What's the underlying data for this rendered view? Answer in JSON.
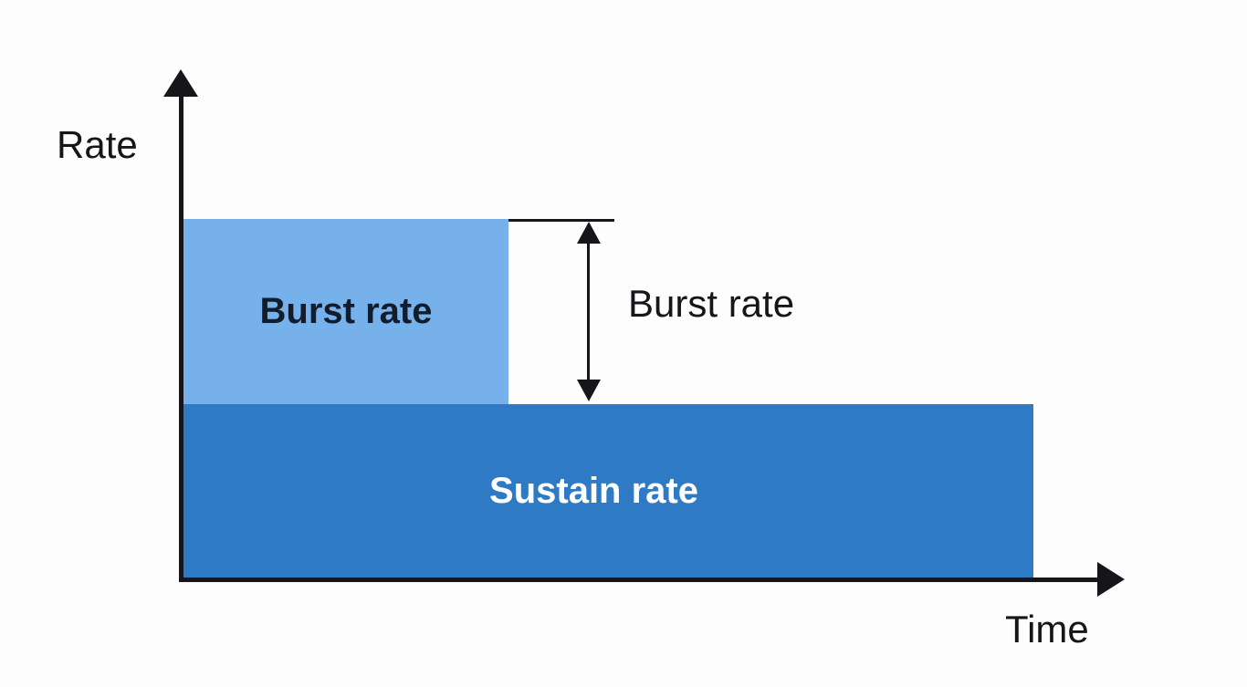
{
  "diagram": {
    "title": "burst-vs-sustain-rate",
    "y_axis_label": "Rate",
    "x_axis_label": "Time",
    "burst_bar_label": "Burst rate",
    "sustain_bar_label": "Sustain rate",
    "annotation_label": "Burst rate",
    "colors": {
      "burst_fill": "#77B1EC",
      "sustain_fill": "#2F7AC5",
      "axis": "#15151A",
      "burst_label_text": "#121C2B",
      "sustain_label_text": "#FFFFFF",
      "background": "#FDFDFD"
    }
  }
}
